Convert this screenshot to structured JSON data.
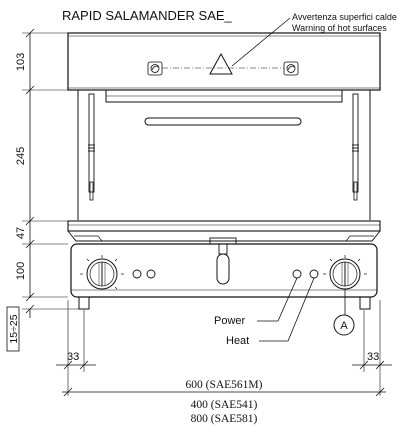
{
  "title": "RAPID SALAMANDER SAE_",
  "warning": {
    "it": "Avvertenza superfici calde",
    "en": "Warning of hot surfaces"
  },
  "dimensions": {
    "h_top": "103",
    "h_body": "245",
    "h_grill": "47",
    "h_panel": "100",
    "h_feet": "15÷25",
    "foot_left": "33",
    "foot_right": "33"
  },
  "widths": {
    "main": "600 (SAE561M)",
    "alt1": "400 (SAE541)",
    "alt2": "800 (SAE581)"
  },
  "labels": {
    "power": "Power",
    "heat": "Heat",
    "detail": "A"
  }
}
